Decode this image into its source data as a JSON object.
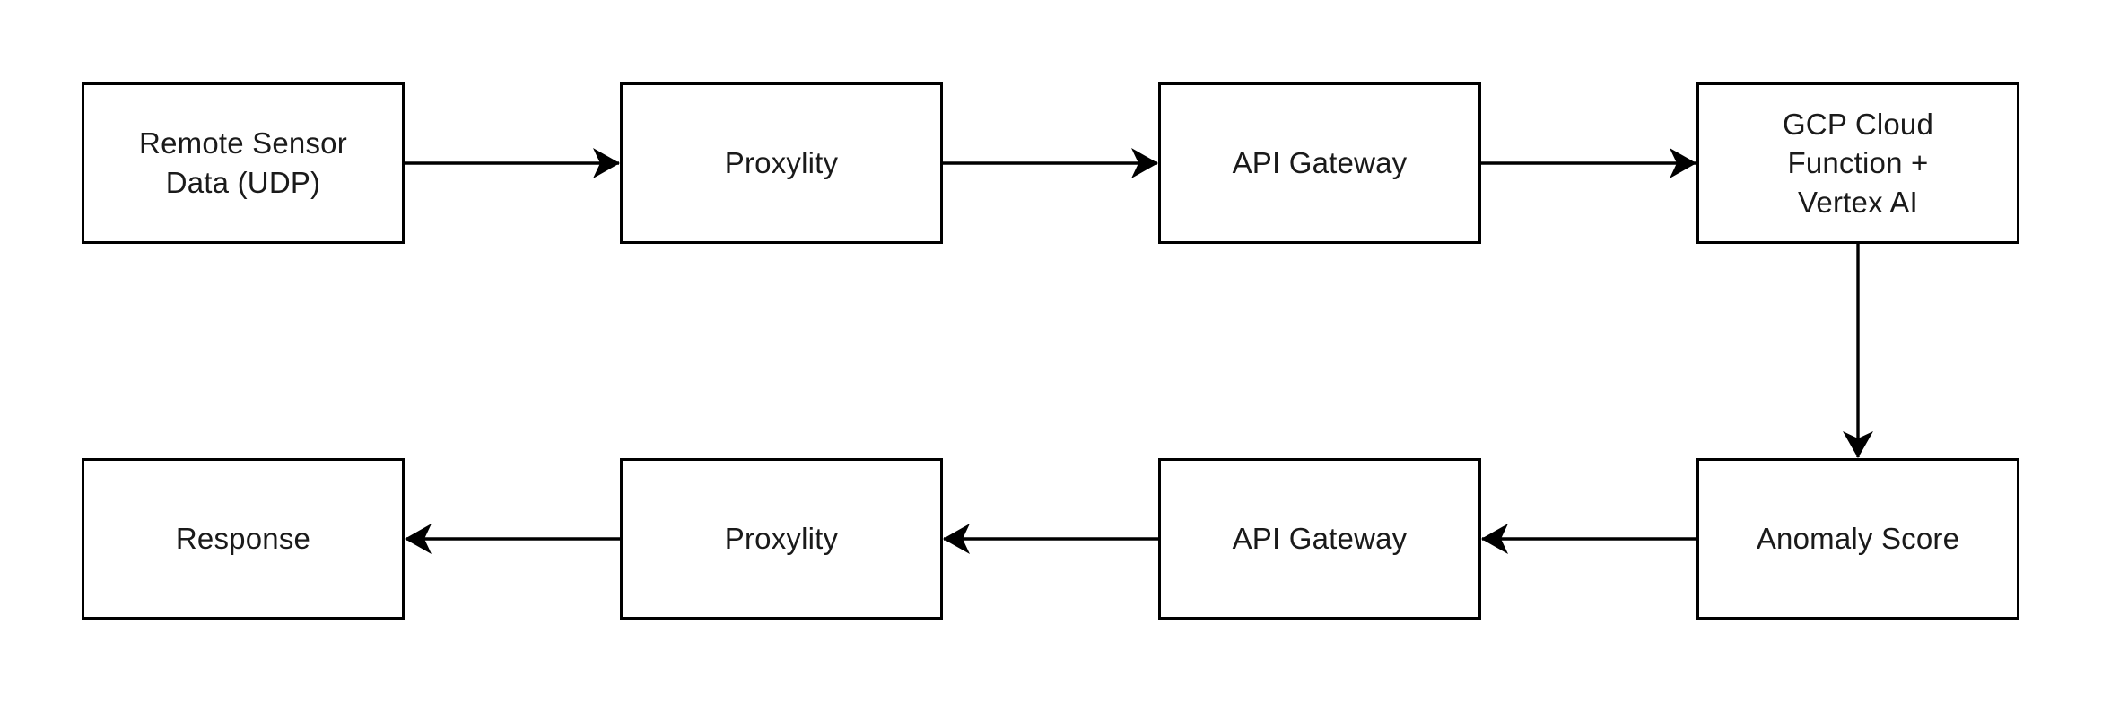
{
  "diagram": {
    "type": "flowchart",
    "background_color": "#ffffff",
    "stroke_color": "#000000",
    "text_color": "#1a1a1a",
    "box_fill_color": "#ffffff",
    "nodes": [
      {
        "id": "remote-sensor-data",
        "label": "Remote Sensor\nData (UDP)"
      },
      {
        "id": "proxylity-inbound",
        "label": "Proxylity"
      },
      {
        "id": "api-gateway-inbound",
        "label": "API Gateway"
      },
      {
        "id": "gcp-cloud-function-vertex-ai",
        "label": "GCP Cloud\nFunction +\nVertex AI"
      },
      {
        "id": "response",
        "label": "Response"
      },
      {
        "id": "proxylity-outbound",
        "label": "Proxylity"
      },
      {
        "id": "api-gateway-outbound",
        "label": "API Gateway"
      },
      {
        "id": "anomaly-score",
        "label": "Anomaly Score"
      }
    ],
    "edges": [
      {
        "from": "remote-sensor-data",
        "to": "proxylity-inbound"
      },
      {
        "from": "proxylity-inbound",
        "to": "api-gateway-inbound"
      },
      {
        "from": "api-gateway-inbound",
        "to": "gcp-cloud-function-vertex-ai"
      },
      {
        "from": "gcp-cloud-function-vertex-ai",
        "to": "anomaly-score"
      },
      {
        "from": "anomaly-score",
        "to": "api-gateway-outbound"
      },
      {
        "from": "api-gateway-outbound",
        "to": "proxylity-outbound"
      },
      {
        "from": "proxylity-outbound",
        "to": "response"
      }
    ]
  }
}
